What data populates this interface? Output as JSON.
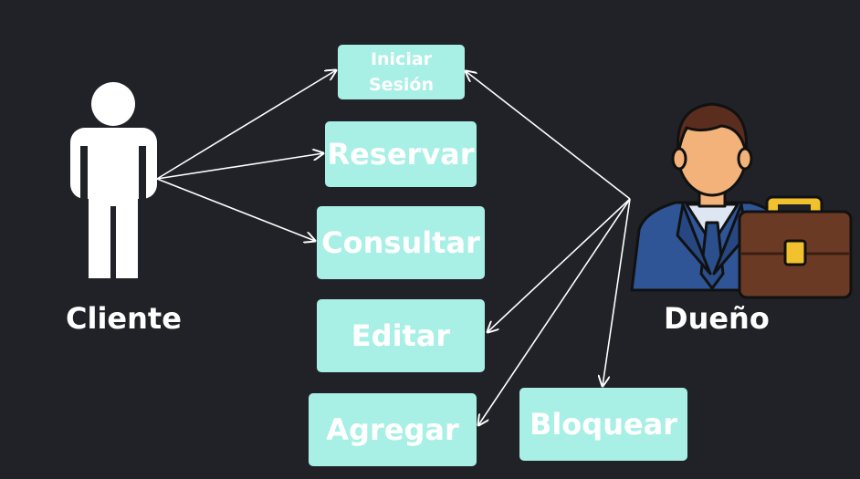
{
  "actors": {
    "cliente": "Cliente",
    "dueno": "Dueño"
  },
  "use_cases": {
    "iniciar_sesion": "Iniciar Sesión",
    "reservar": "Reservar",
    "consultar": "Consultar",
    "editar": "Editar",
    "agregar": "Agregar",
    "bloquear": "Bloquear"
  },
  "colors": {
    "background": "#202228",
    "use_case_fill": "#a8efe6",
    "text": "#ffffff",
    "suit": "#2f5597",
    "briefcase": "#6b3a24",
    "briefcase_handle": "#f2c12e"
  }
}
